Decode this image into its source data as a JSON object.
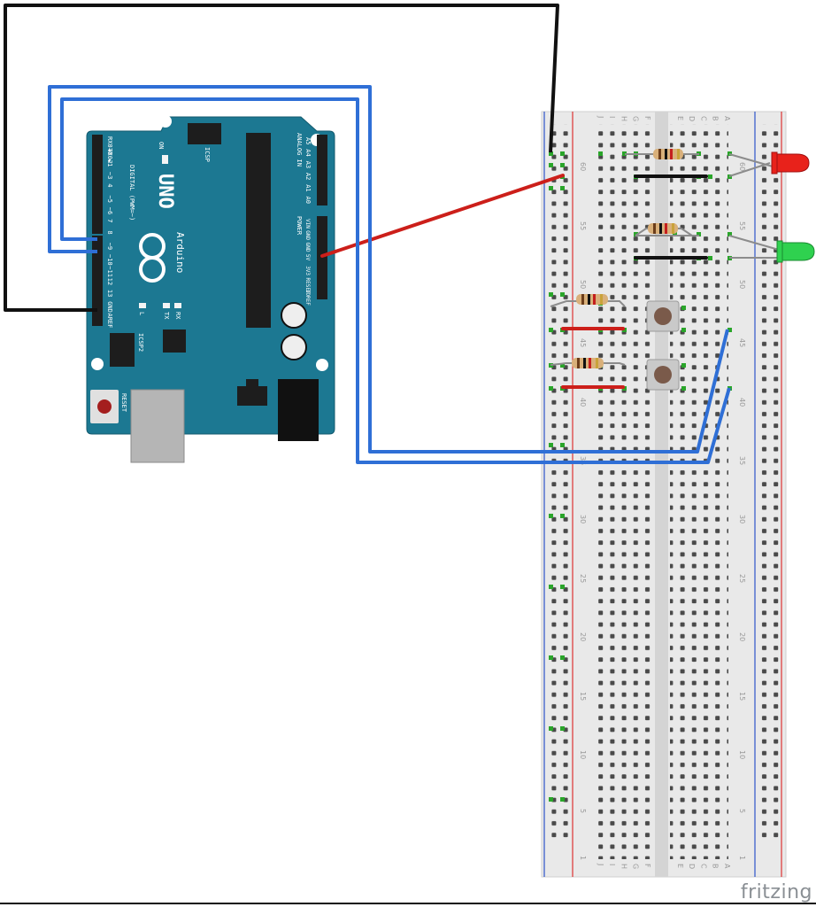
{
  "watermark": "fritzing",
  "arduino": {
    "model": "UNO",
    "brand": "Arduino",
    "digital_header_label": "DIGITAL (PWM=~)",
    "analog_header_label": "ANALOG IN",
    "power_header_label": "POWER",
    "icsp_label": "ICSP",
    "icsp2_label": "ICSP2",
    "reset_label": "RESET",
    "on_label": "ON",
    "l_label": "L",
    "tx_label": "TX",
    "rx_label": "RX",
    "digital_pins": [
      "RX0◄0",
      "TX0►1",
      "2",
      "~3",
      "4",
      "~5",
      "~6",
      "7",
      "8",
      "~9",
      "~10",
      "~11",
      "12",
      "13",
      "GND",
      "AREF"
    ],
    "analog_pins": [
      "A5",
      "A4",
      "A3",
      "A2",
      "A1",
      "A0"
    ],
    "power_pins": [
      "VIN",
      "GND",
      "GND",
      "5V",
      "3V3",
      "RESET",
      "IOREF"
    ]
  },
  "breadboard": {
    "column_letters_left": [
      "J",
      "I",
      "H",
      "G",
      "F"
    ],
    "column_letters_right": [
      "E",
      "D",
      "C",
      "B",
      "A"
    ],
    "row_labels": [
      "1",
      "5",
      "10",
      "15",
      "20",
      "25",
      "30",
      "35",
      "40",
      "45",
      "50",
      "55",
      "60"
    ]
  },
  "components": {
    "led_red_color": "#e8221b",
    "led_green_color": "#2fd14f",
    "resistor_count": 4,
    "pushbutton_count": 2
  },
  "wires": {
    "black": "#111111",
    "red": "#cc1f1a",
    "blue": "#2f6fd6"
  }
}
